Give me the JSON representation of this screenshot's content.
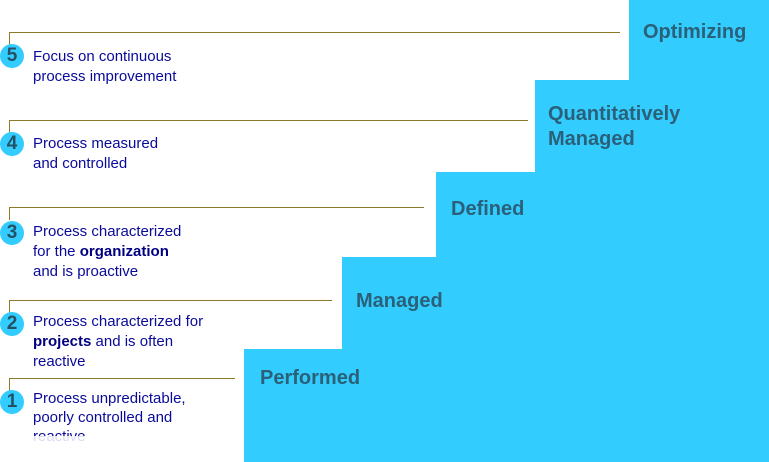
{
  "colors": {
    "stair": "#33ccff",
    "stair_text": "#2b6079",
    "desc_text": "#0a0a9a",
    "line": "#8c7a2a"
  },
  "levels": [
    {
      "number": "1",
      "name": "Performed",
      "desc": {
        "a": "Process unpredictable,\npoorly controlled and\nreactive",
        "bold": "",
        "b": ""
      }
    },
    {
      "number": "2",
      "name": "Managed",
      "desc": {
        "a": "Process characterized for\n",
        "bold": "projects",
        "b": " and is often\nreactive"
      }
    },
    {
      "number": "3",
      "name": "Defined",
      "desc": {
        "a": "Process characterized\nfor the ",
        "bold": "organization",
        "b": "\nand is proactive"
      }
    },
    {
      "number": "4",
      "name": "Quantitatively\nManaged",
      "desc": {
        "a": "Process measured\nand controlled",
        "bold": "",
        "b": ""
      }
    },
    {
      "number": "5",
      "name": "Optimizing",
      "desc": {
        "a": "Focus on continuous\nprocess improvement",
        "bold": "",
        "b": ""
      }
    }
  ]
}
